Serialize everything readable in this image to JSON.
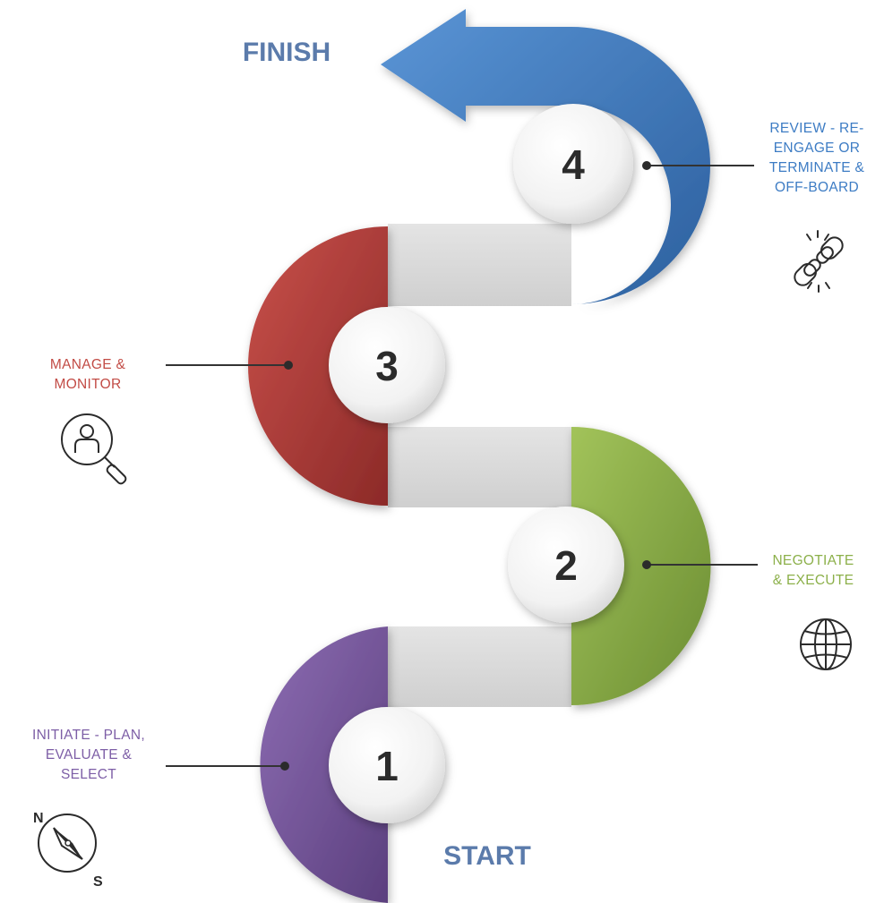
{
  "start_label": "START",
  "finish_label": "FINISH",
  "steps": [
    {
      "number": "1",
      "lines": [
        "INITIATE - PLAN,",
        "EVALUATE &",
        "SELECT"
      ],
      "color": "#7a5a9e",
      "icon": "compass-icon"
    },
    {
      "number": "2",
      "lines": [
        "NEGOTIATE",
        "& EXECUTE"
      ],
      "color": "#8cb04a",
      "icon": "globe-icon"
    },
    {
      "number": "3",
      "lines": [
        "MANAGE &",
        "MONITOR"
      ],
      "color": "#b03e3b",
      "icon": "person-search-icon"
    },
    {
      "number": "4",
      "lines": [
        "REVIEW - RE-",
        "ENGAGE OR",
        "TERMINATE &",
        "OFF-BOARD"
      ],
      "color": "#3d7cc4",
      "icon": "broken-chain-icon"
    }
  ],
  "compass": {
    "north": "N",
    "south": "S"
  },
  "colors": {
    "title": "#5b7bab",
    "connector": "#dcdcdc",
    "leader_line": "#333333",
    "number_text": "#2b2b2b"
  }
}
